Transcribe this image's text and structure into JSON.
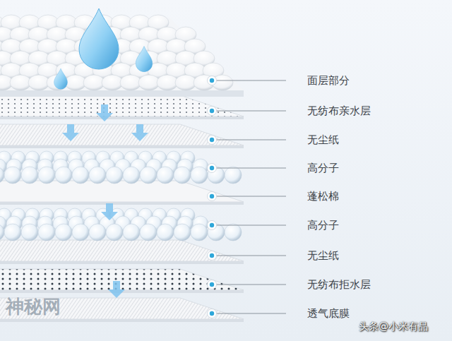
{
  "diagram": {
    "labels": [
      "面层部分",
      "无纺布亲水层",
      "无尘纸",
      "高分子",
      "蓬松棉",
      "高分子",
      "无尘纸",
      "无纺布拒水层",
      "透气底膜",
      "神秘网",
      "头条@小米有品"
    ]
  }
}
